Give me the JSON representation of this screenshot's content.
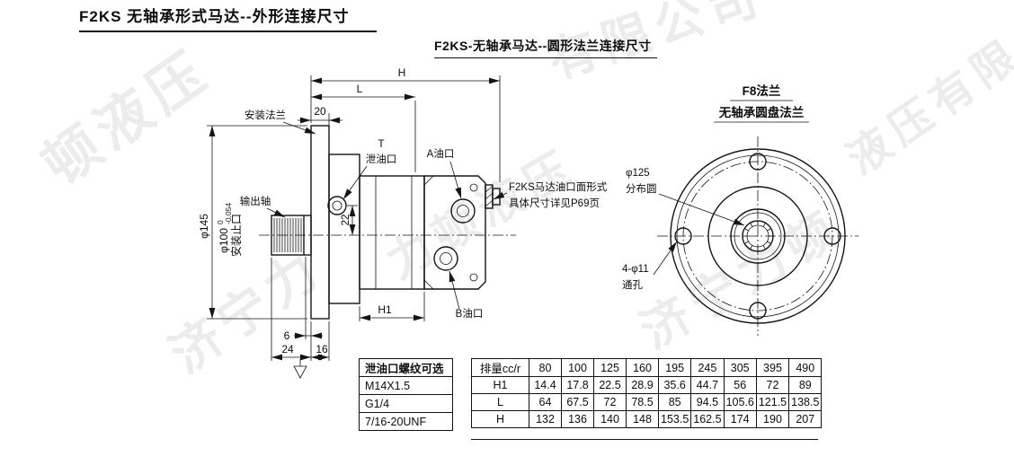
{
  "page": {
    "title": "F2KS 无轴承形式马达--外形连接尺寸",
    "subtitle": "F2KS-无轴承马达--圆形法兰连接尺寸"
  },
  "side_view": {
    "mounting_flange_label": "安装法兰",
    "output_shaft_label": "输出轴",
    "port_t_label": "T",
    "drain_port_label": "泄油口",
    "port_a_label": "A油口",
    "port_b_label": "B油口",
    "note_line1": "F2KS马达油口面形式",
    "note_line2": "具体尺寸详见P69页",
    "dims": {
      "h": "H",
      "l": "L",
      "w20": "20",
      "w22": "22",
      "h1": "H1",
      "w6": "6",
      "w24": "24",
      "w16": "16",
      "d145": "φ145",
      "d100": "φ100",
      "d100_tol_top": "0",
      "d100_tol_bot": "-0.054",
      "spigot_label": "安装止口"
    }
  },
  "front_view": {
    "title_line1": "F8法兰",
    "title_line2": "无轴承圆盘法兰",
    "bolt_circle_dia": "φ125",
    "bolt_circle_label": "分布圆",
    "holes_dia": "4-φ11",
    "holes_label": "通孔"
  },
  "drain_table": {
    "header": "泄油口螺纹可选",
    "options": [
      "M14X1.5",
      "G1/4",
      "7/16-20UNF"
    ]
  },
  "dim_table": {
    "header_label": "排量cc/r",
    "displacements": [
      "80",
      "100",
      "125",
      "160",
      "195",
      "245",
      "305",
      "395",
      "490"
    ],
    "rows": [
      {
        "label": "H1",
        "values": [
          "14.4",
          "17.8",
          "22.5",
          "28.9",
          "35.6",
          "44.7",
          "56",
          "72",
          "89"
        ]
      },
      {
        "label": "L",
        "values": [
          "64",
          "67.5",
          "72",
          "78.5",
          "85",
          "94.5",
          "105.6",
          "121.5",
          "138.5"
        ]
      },
      {
        "label": "H",
        "values": [
          "132",
          "136",
          "140",
          "148",
          "153.5",
          "162.5",
          "174",
          "190",
          "207"
        ]
      }
    ]
  },
  "watermark": {
    "tiles": [
      "顿液压",
      "济宁力",
      "有限公司",
      "力顿液压",
      "济宁力顿",
      "液压有限"
    ]
  }
}
